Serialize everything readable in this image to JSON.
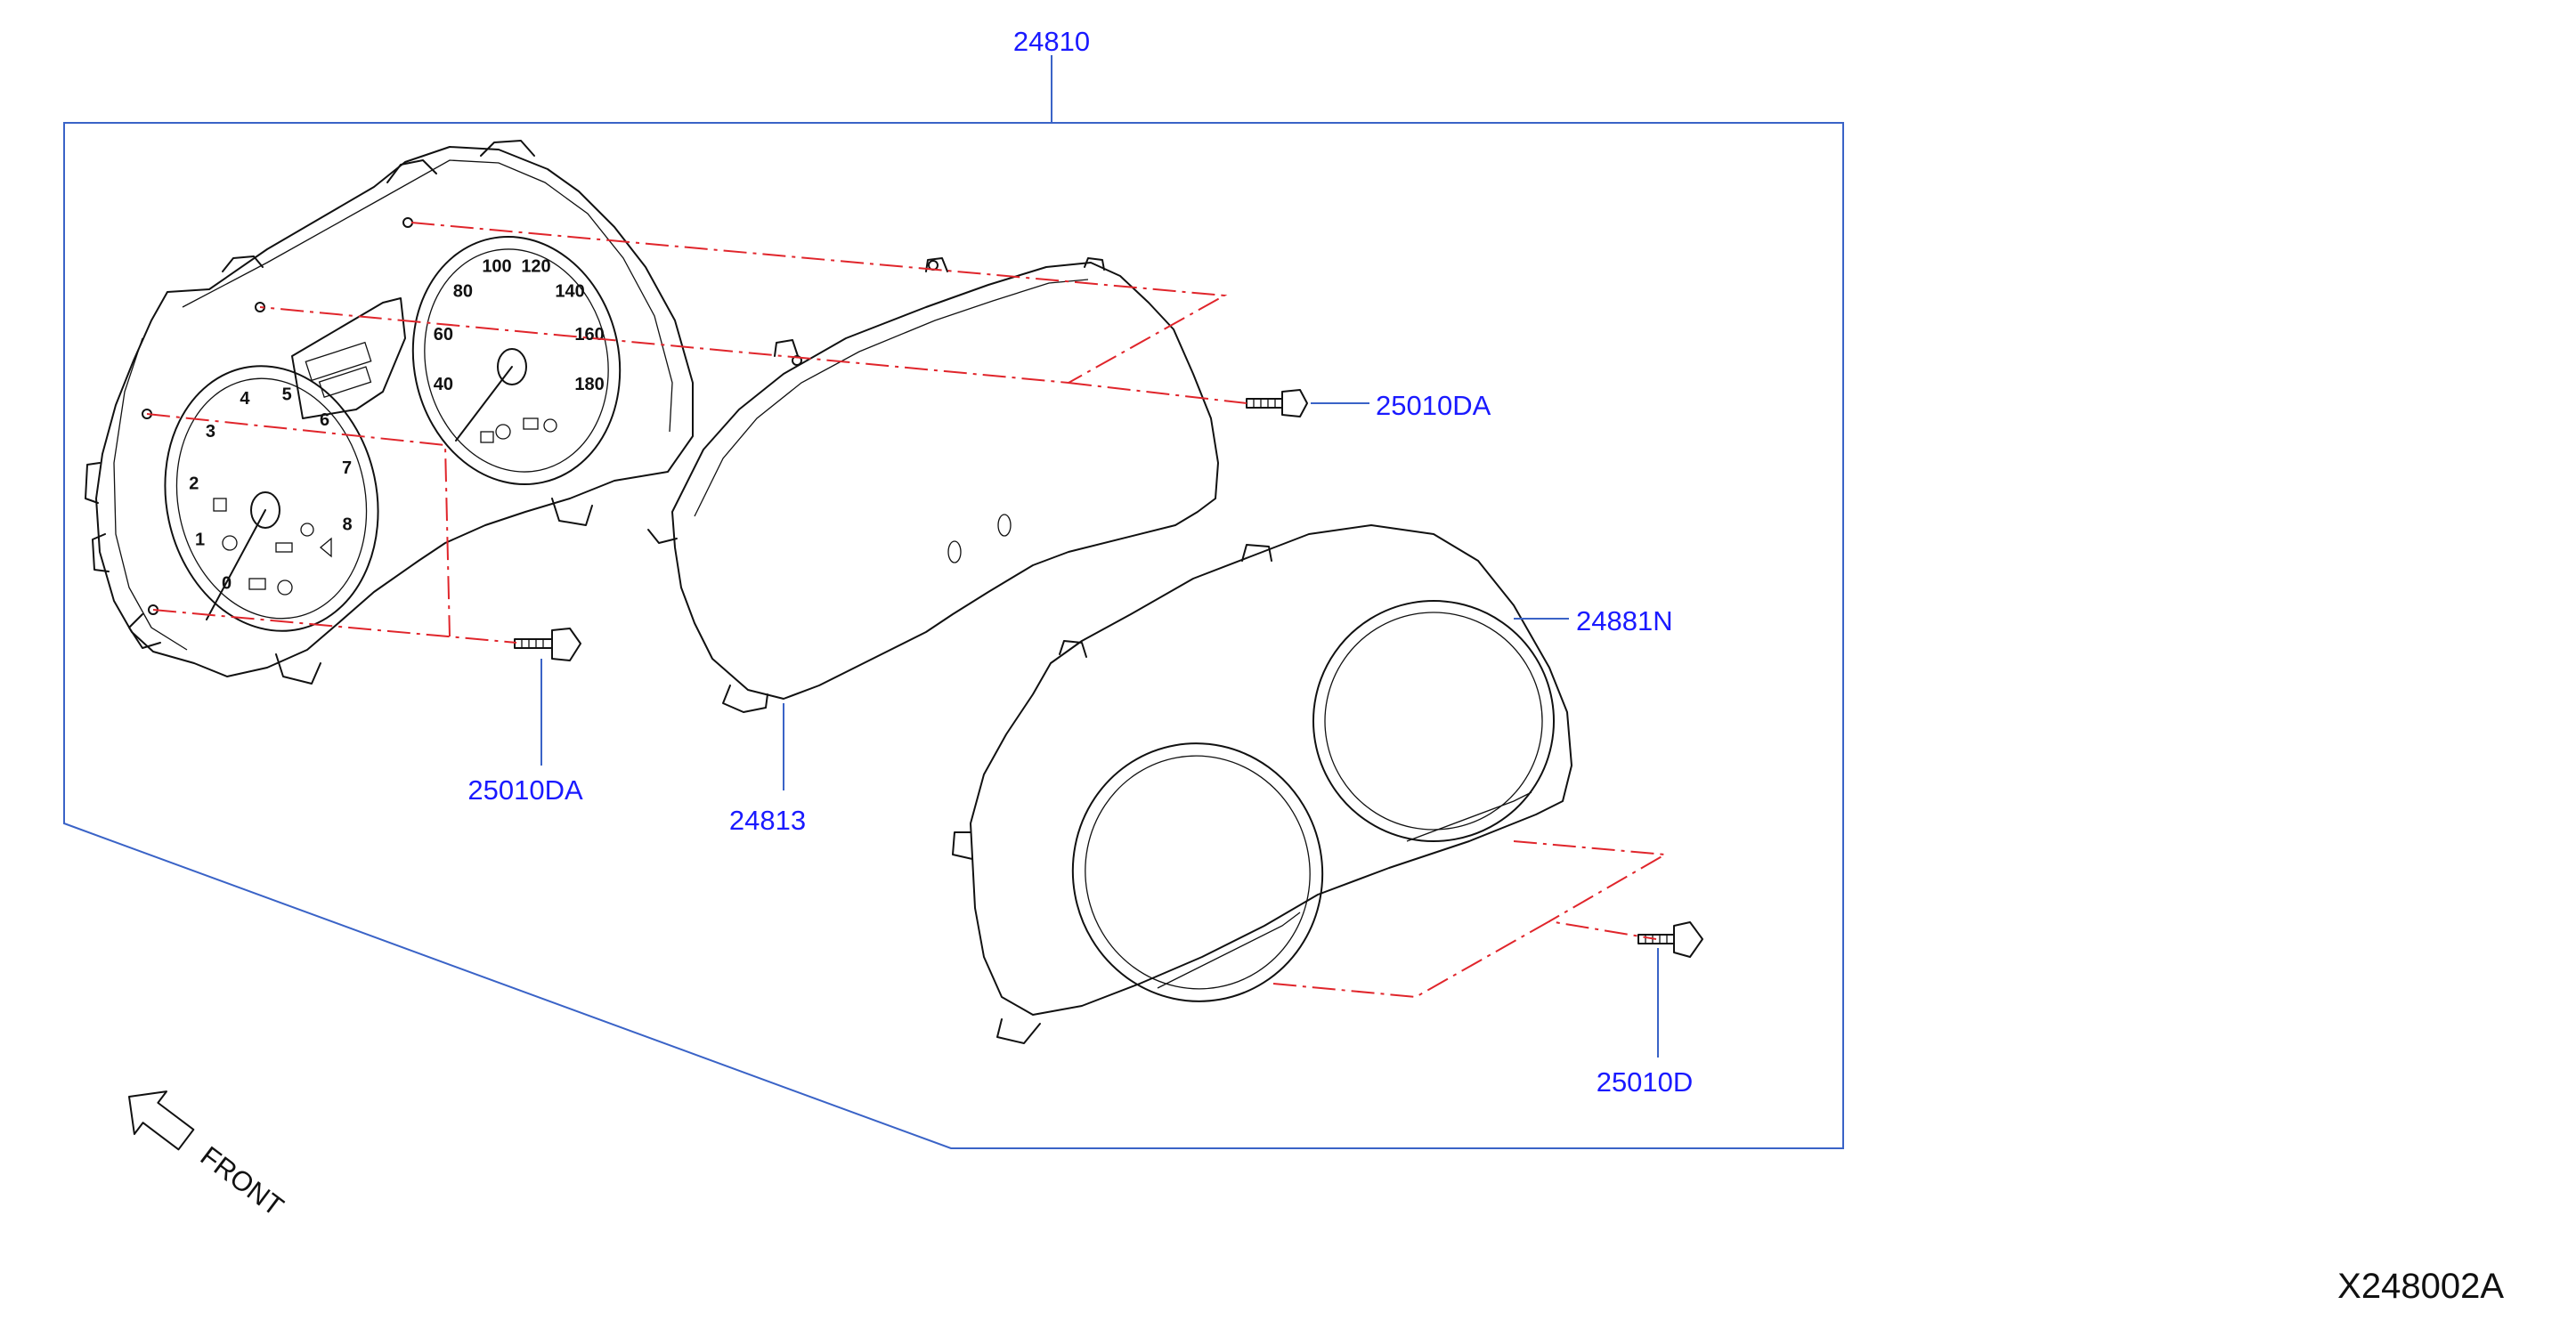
{
  "diagram": {
    "part_numbers": {
      "assembly": "24810",
      "screw_upper": "25010DA",
      "screw_lower": "25010DA",
      "lens_cover": "24813",
      "bezel": "24881N",
      "screw_bezel": "25010D"
    },
    "front_label": "FRONT",
    "figure_id": "X248002A",
    "gauge_ticks": {
      "tachometer": [
        "0",
        "1",
        "2",
        "3",
        "4",
        "5",
        "6",
        "7",
        "8"
      ],
      "speedometer": [
        "40",
        "60",
        "80",
        "100",
        "120",
        "140",
        "160",
        "180"
      ]
    },
    "colors": {
      "callout_text": "#1a1aff",
      "frame_line": "#3a63c7",
      "phantom_line": "#e0252b",
      "part_outline": "#111111"
    }
  }
}
